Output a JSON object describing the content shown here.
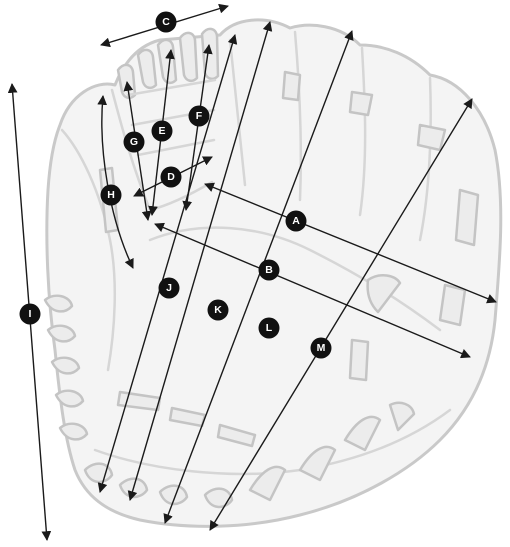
{
  "diagram": {
    "colors": {
      "outline": "#c9c9c9",
      "fill": "#f4f4f4",
      "line": "#1a1a1a",
      "badge": "#111111",
      "badge_text": "#ffffff"
    },
    "measurements": [
      {
        "id": "A",
        "label": "A"
      },
      {
        "id": "B",
        "label": "B"
      },
      {
        "id": "C",
        "label": "C"
      },
      {
        "id": "D",
        "label": "D"
      },
      {
        "id": "E",
        "label": "E"
      },
      {
        "id": "F",
        "label": "F"
      },
      {
        "id": "G",
        "label": "G"
      },
      {
        "id": "H",
        "label": "H"
      },
      {
        "id": "I",
        "label": "I"
      },
      {
        "id": "J",
        "label": "J"
      },
      {
        "id": "K",
        "label": "K"
      },
      {
        "id": "L",
        "label": "L"
      },
      {
        "id": "M",
        "label": "M"
      }
    ]
  }
}
